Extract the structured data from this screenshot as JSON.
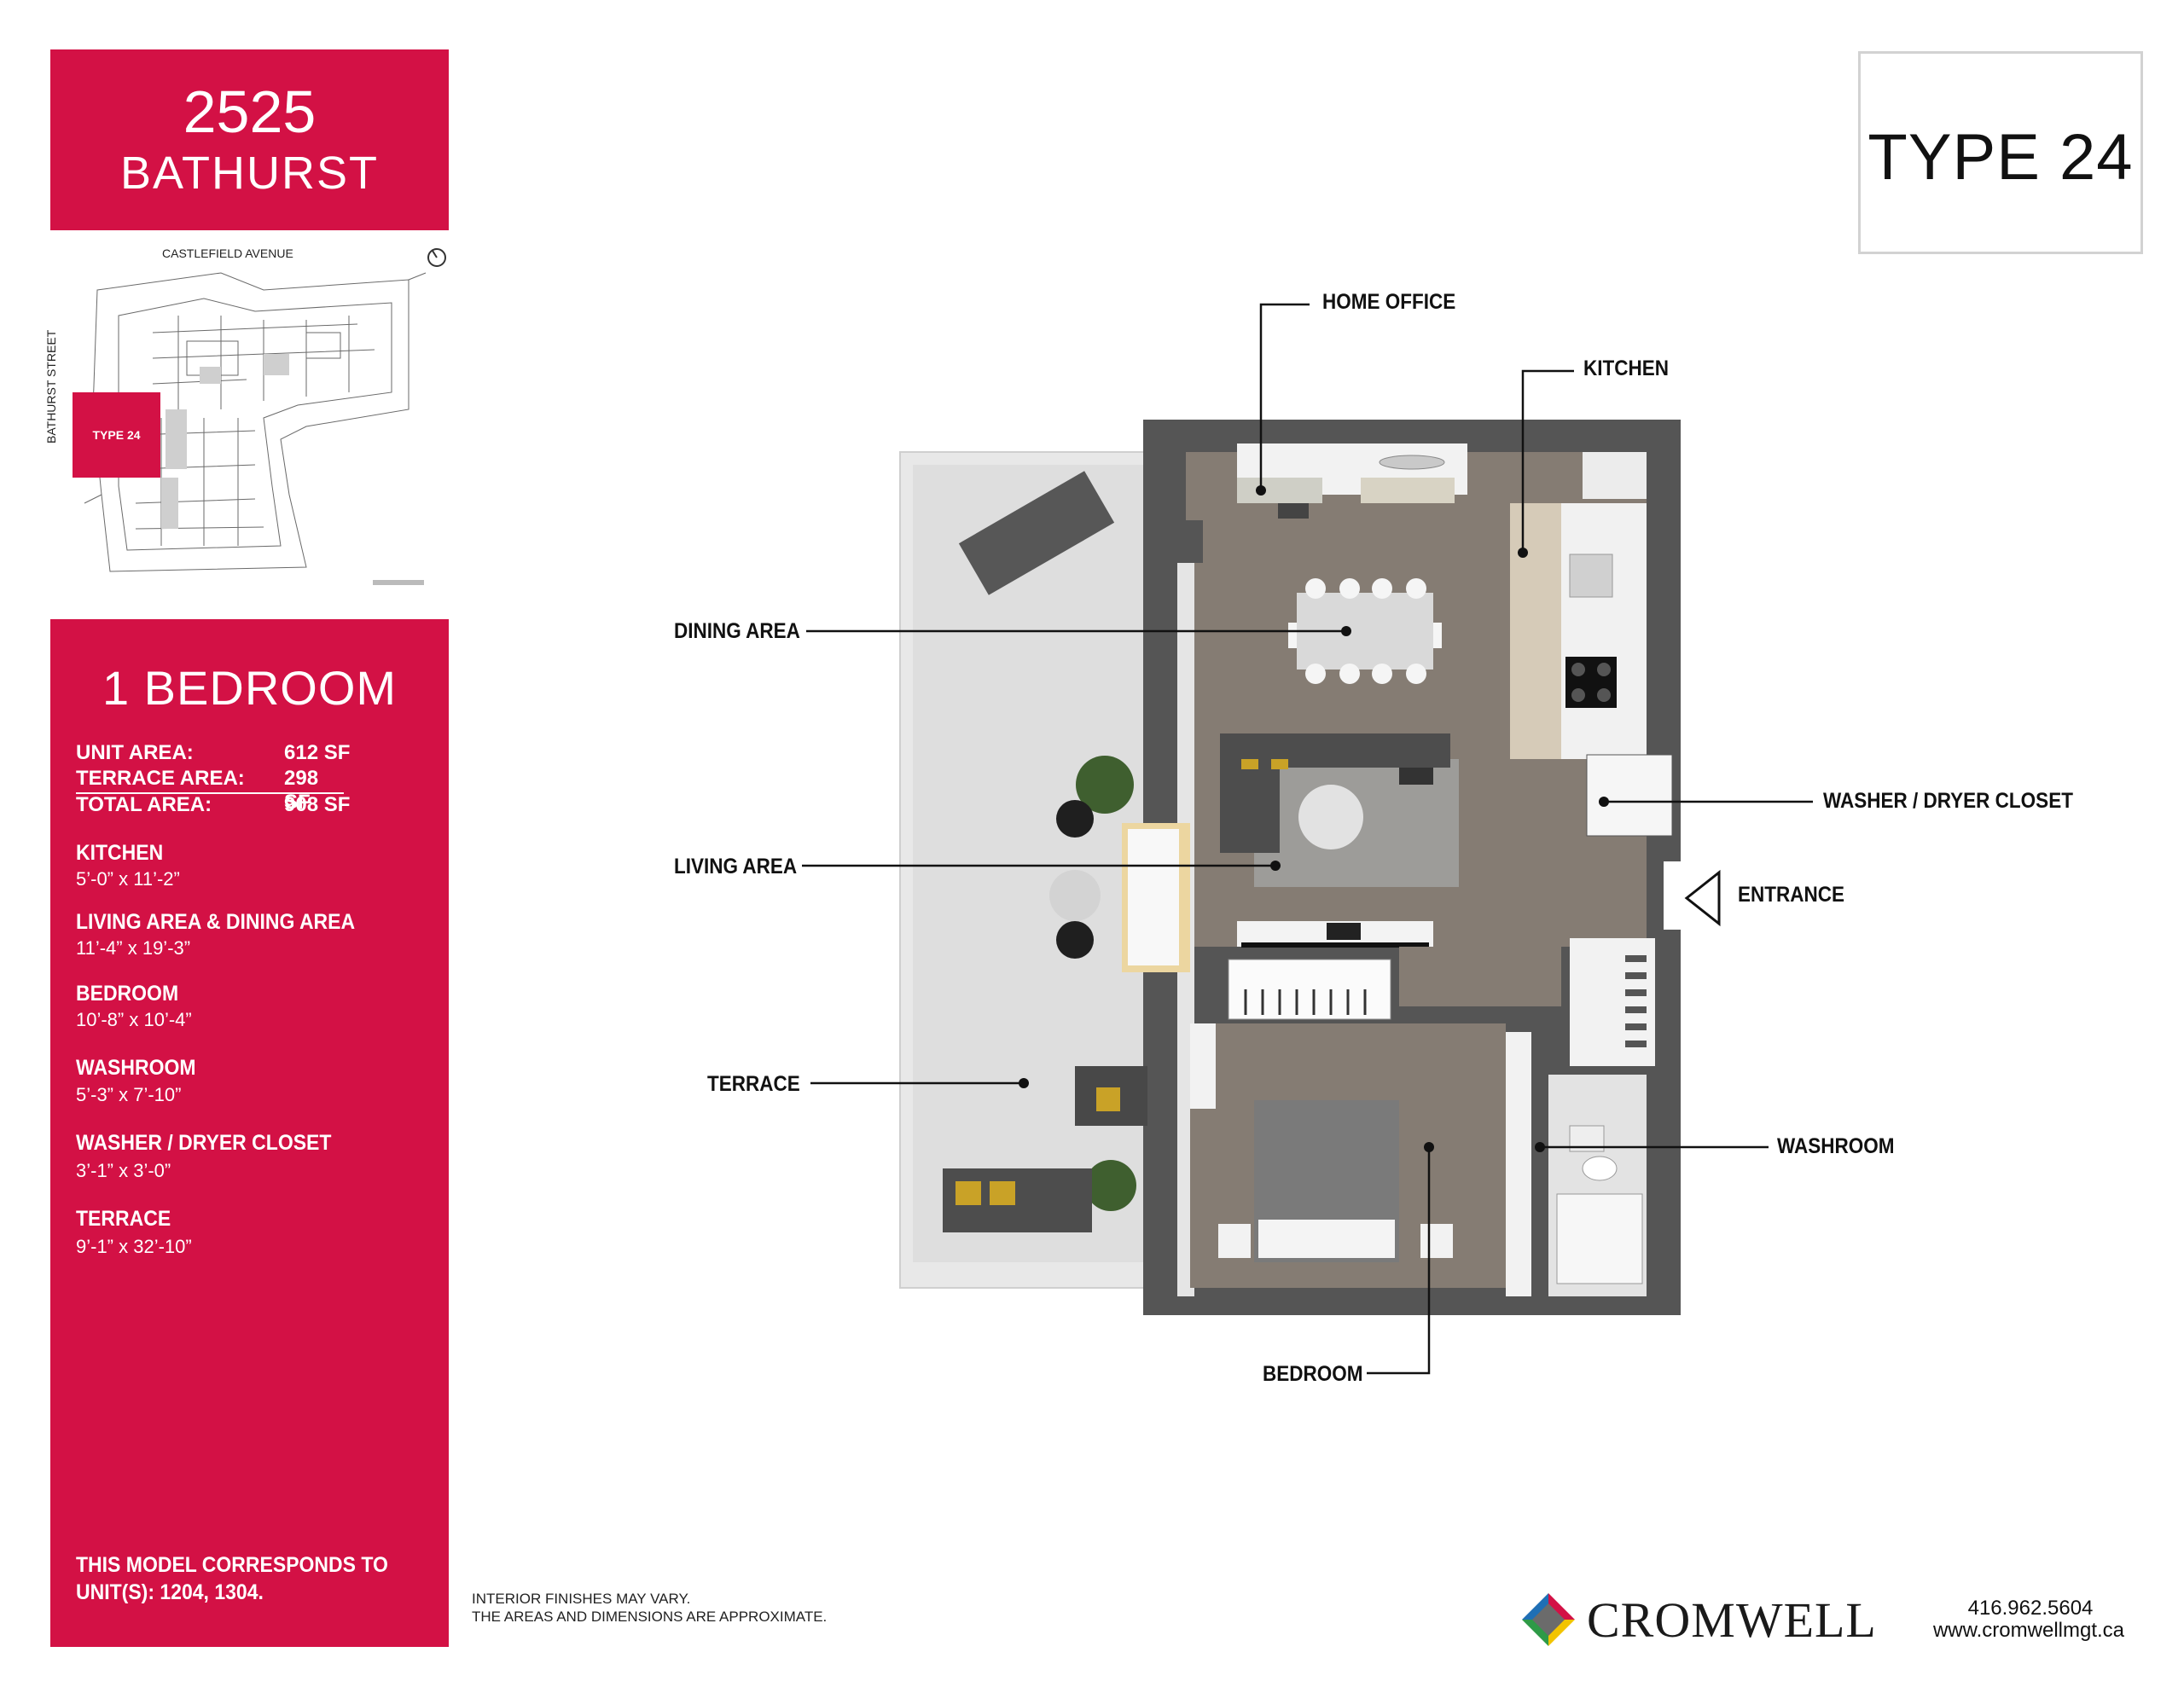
{
  "header": {
    "building_number": "2525",
    "building_street": "BATHURST",
    "unit_type": "TYPE 24"
  },
  "keyplan": {
    "top_street": "CASTLEFIELD AVENUE",
    "side_street": "BATHURST STREET",
    "highlight_label": "TYPE 24"
  },
  "specs": {
    "heading": "1 BEDROOM",
    "areas": [
      {
        "label": "UNIT AREA:",
        "value": "612 SF"
      },
      {
        "label": "TERRACE AREA:",
        "value": "298 SF"
      },
      {
        "label": "TOTAL AREA:",
        "value": "908 SF"
      }
    ],
    "rooms": [
      {
        "name": "KITCHEN",
        "dims": "5’-0” x 11’-2”"
      },
      {
        "name": "LIVING AREA & DINING AREA",
        "dims": "11’-4” x 19’-3”"
      },
      {
        "name": "BEDROOM",
        "dims": "10’-8” x 10’-4”"
      },
      {
        "name": "WASHROOM",
        "dims": "5’-3” x 7’-10”"
      },
      {
        "name": "WASHER / DRYER CLOSET",
        "dims": "3’-1” x 3’-0”"
      },
      {
        "name": "TERRACE",
        "dims": "9’-1” x 32’-10”"
      }
    ],
    "model_note": "THIS MODEL CORRESPONDS TO UNIT(S): 1204, 1304."
  },
  "callouts": {
    "home_office": "HOME OFFICE",
    "kitchen": "KITCHEN",
    "dining_area": "DINING AREA",
    "living_area": "LIVING AREA",
    "terrace": "TERRACE",
    "washer_dryer": "WASHER / DRYER CLOSET",
    "entrance": "ENTRANCE",
    "washroom": "WASHROOM",
    "bedroom": "BEDROOM"
  },
  "footer": {
    "disclaimer_line1": "INTERIOR FINISHES MAY VARY.",
    "disclaimer_line2": "THE AREAS AND DIMENSIONS ARE APPROXIMATE.",
    "brand": "CROMWELL",
    "phone": "416.962.5604",
    "website": "www.cromwellmgt.ca"
  },
  "colors": {
    "brand_red": "#d31145",
    "wall": "#555555",
    "floor": "#8a8178"
  }
}
